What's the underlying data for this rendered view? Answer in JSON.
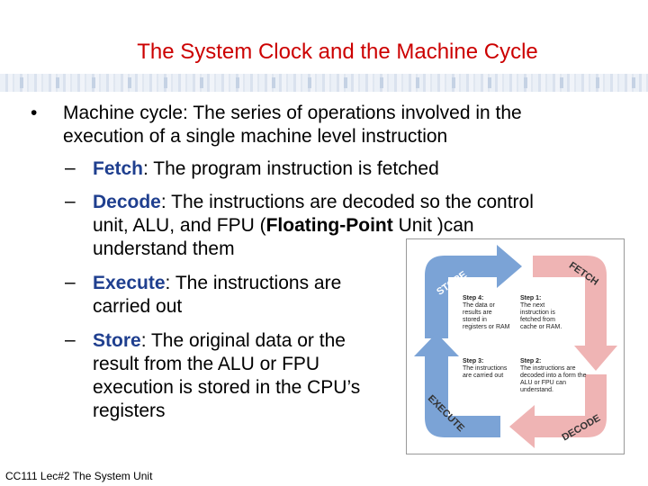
{
  "title": "The System Clock and the Machine Cycle",
  "bullet": {
    "line1": "Machine cycle: The series of operations involved in the",
    "line2": "execution of a single machine level instruction"
  },
  "fetch": {
    "term": "Fetch",
    "text": ": The program instruction is fetched"
  },
  "decode": {
    "term": "Decode",
    "line1": ": The instructions are decoded so the control",
    "line2": "unit, ALU, and FPU (",
    "bold": "Floating-Point",
    "line2b": " Unit )can",
    "line3": "understand them"
  },
  "execute": {
    "term": "Execute",
    "line1": ": The instructions are",
    "line2": "carried out"
  },
  "store": {
    "term": "Store",
    "line1": ": The original data or the",
    "line2": "result from the ALU or FPU",
    "line3": "execution is stored in the CPU’s",
    "line4": "registers"
  },
  "footer": "CC111 Lec#2 The System Unit",
  "diagram": {
    "store_label": "STORE",
    "fetch_label": "FETCH",
    "execute_label": "EXECUTE",
    "decode_label": "DECODE",
    "step4_title": "Step 4:",
    "step4_lines": [
      "The data or",
      "results are",
      "stored in",
      "registers or RAM"
    ],
    "step1_title": "Step 1:",
    "step1_lines": [
      "The next",
      "instruction is",
      "fetched from",
      "cache or RAM."
    ],
    "step3_title": "Step 3:",
    "step3_lines": [
      "The instructions",
      "are carried out"
    ],
    "step2_title": "Step 2:",
    "step2_lines": [
      "The instructions are",
      "decoded into a form the",
      "ALU or FPU can",
      "understand."
    ]
  },
  "colors": {
    "title": "#cc0000",
    "term": "#1f3f8f",
    "blue_arrow": "#7ba3d6",
    "pink_arrow": "#efb4b4"
  }
}
